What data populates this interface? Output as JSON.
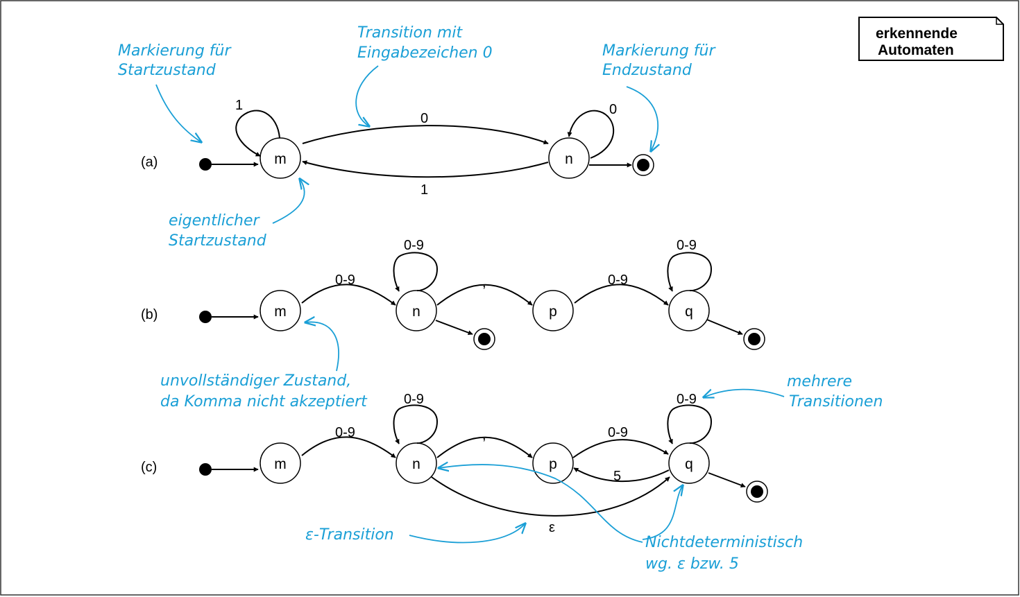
{
  "badge": {
    "line1": "erkennende",
    "line2": "Automaten"
  },
  "rows": {
    "a": {
      "label": "(a)",
      "states": [
        "m",
        "n"
      ],
      "edges": {
        "m_self": "1",
        "m_to_n": "0",
        "n_self": "0",
        "n_to_m": "1"
      }
    },
    "b": {
      "label": "(b)",
      "states": [
        "m",
        "n",
        "p",
        "q"
      ],
      "edges": {
        "m_to_n": "0-9",
        "n_self": "0-9",
        "n_to_p": ",",
        "p_to_q": "0-9",
        "q_self": "0-9"
      }
    },
    "c": {
      "label": "(c)",
      "states": [
        "m",
        "n",
        "p",
        "q"
      ],
      "edges": {
        "m_to_n": "0-9",
        "n_self": "0-9",
        "n_to_p": ",",
        "p_to_q": "0-9",
        "q_self": "0-9",
        "q_to_p": "5",
        "n_to_q": "ε"
      }
    }
  },
  "notes": {
    "start_marker": [
      "Markierung für",
      "Startzustand"
    ],
    "transition": [
      "Transition mit",
      "Eingabezeichen 0"
    ],
    "end_marker": [
      "Markierung für",
      "Endzustand"
    ],
    "actual_start": [
      "eigentlicher",
      "Startzustand"
    ],
    "incomplete": [
      "unvollständiger Zustand,",
      "da Komma nicht akzeptiert"
    ],
    "multiple": [
      "mehrere",
      "Transitionen"
    ],
    "epsilon": [
      "ε-Transition"
    ],
    "nondet": [
      "Nichtdeterministisch",
      "wg. ε bzw. 5"
    ]
  },
  "colors": {
    "annotation": "#1a9fd6",
    "ink": "#000000"
  }
}
